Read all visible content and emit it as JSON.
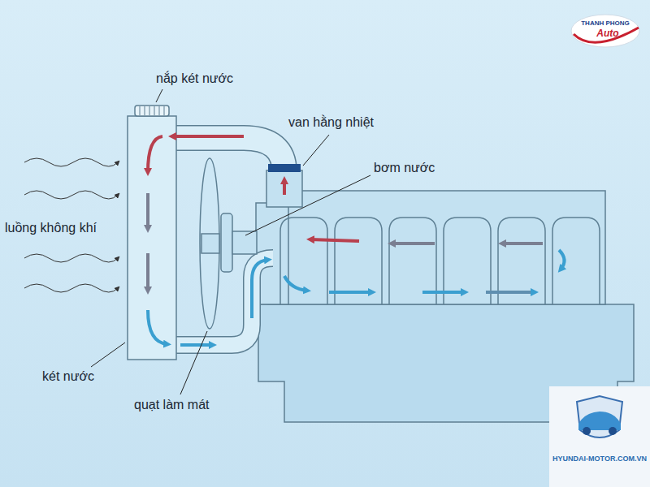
{
  "diagram": {
    "labels": [
      "nắp két nước",
      "van hằng nhiệt",
      "bơm nước",
      "luồng không khí",
      "két nước",
      "quạt làm mát",
      "THANH PHONG",
      "Auto",
      "HYUNDAI-MOTOR.COM.VN"
    ]
  }
}
